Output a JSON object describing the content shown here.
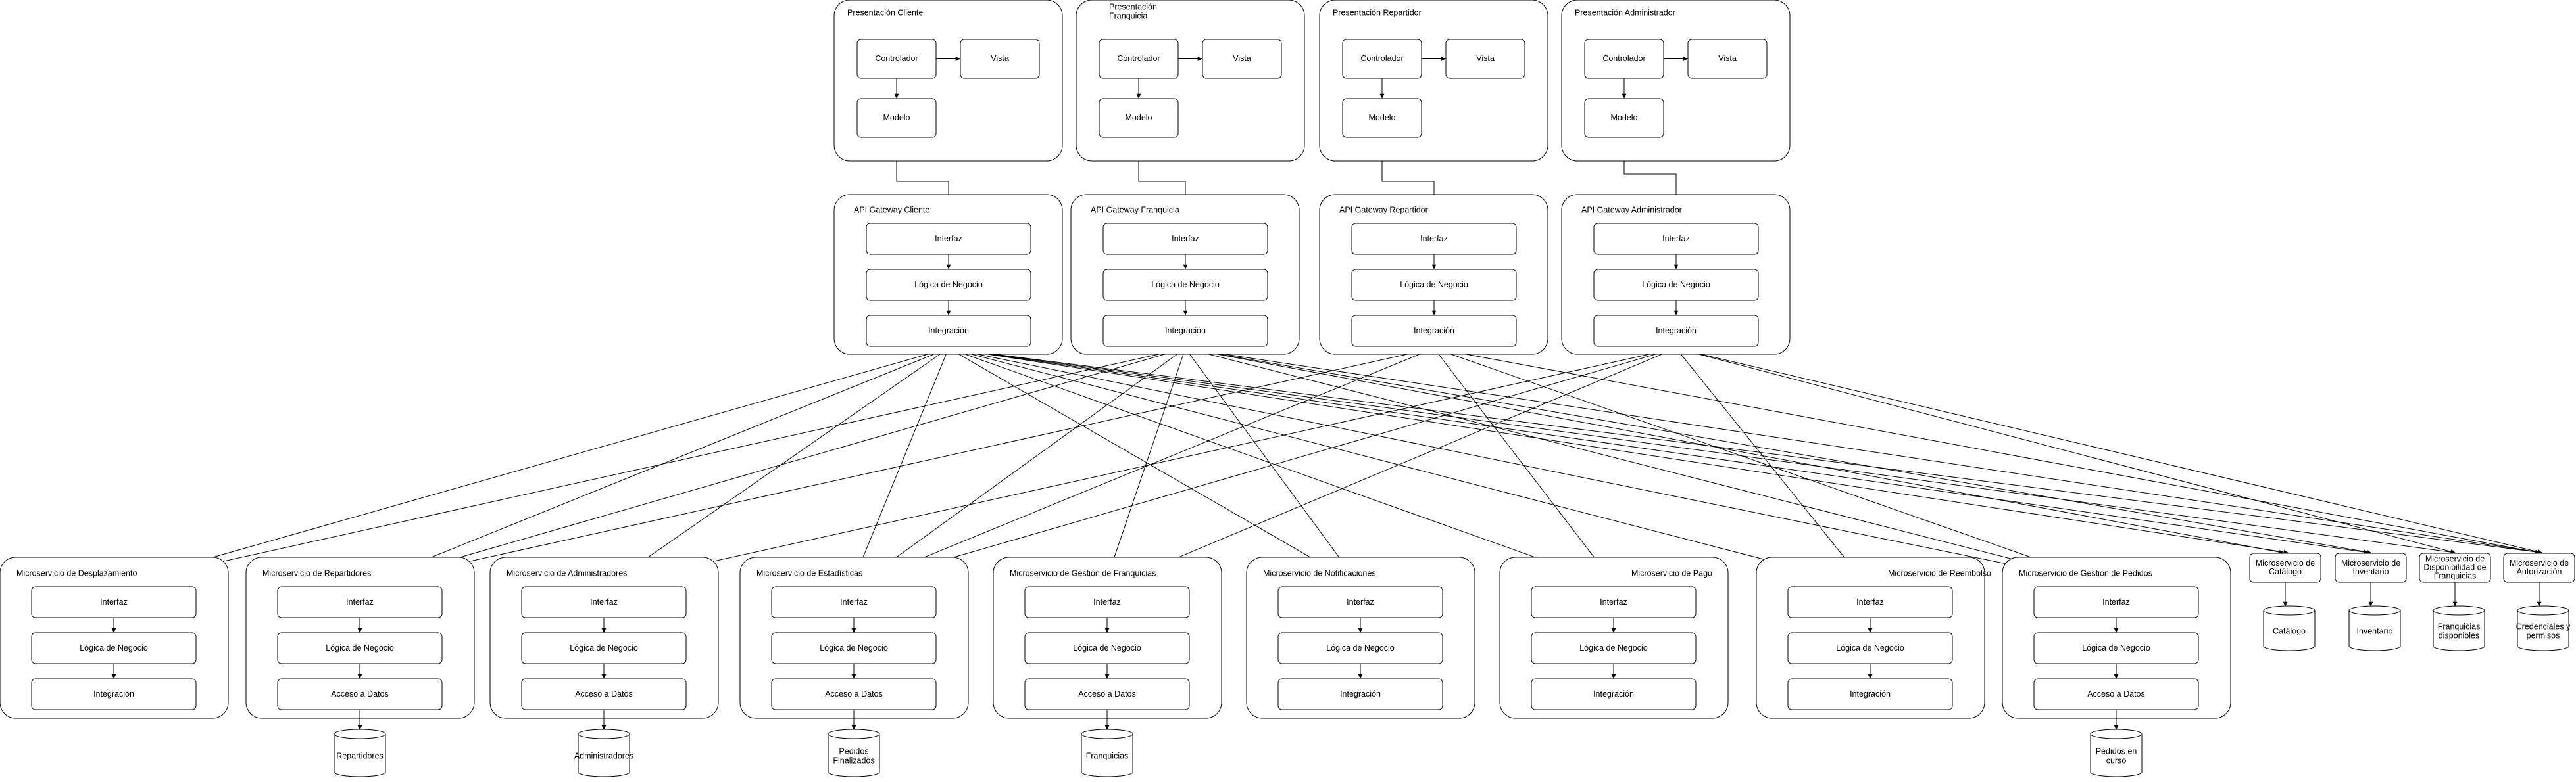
{
  "presentations": [
    {
      "title": "Presentación Cliente",
      "controller": "Controlador",
      "view": "Vista",
      "model": "Modelo"
    },
    {
      "title_lines": [
        "Presentación",
        "Franquicia"
      ],
      "controller": "Controlador",
      "view": "Vista",
      "model": "Modelo"
    },
    {
      "title": "Presentación Repartidor",
      "controller": "Controlador",
      "view": "Vista",
      "model": "Modelo"
    },
    {
      "title": "Presentación Administrador",
      "controller": "Controlador",
      "view": "Vista",
      "model": "Modelo"
    }
  ],
  "gateways": [
    {
      "title": "API Gateway Cliente",
      "layers": [
        "Interfaz",
        "Lógica de Negocio",
        "Integración"
      ]
    },
    {
      "title": "API Gateway Franquicia",
      "layers": [
        "Interfaz",
        "Lógica de Negocio",
        "Integración"
      ]
    },
    {
      "title": "API Gateway Repartidor",
      "layers": [
        "Interfaz",
        "Lógica de Negocio",
        "Integración"
      ]
    },
    {
      "title": "API Gateway Administrador",
      "layers": [
        "Interfaz",
        "Lógica de Negocio",
        "Integración"
      ]
    }
  ],
  "services": [
    {
      "title": "Microservicio de Desplazamiento",
      "layers": [
        "Interfaz",
        "Lógica de Negocio",
        "Integración"
      ],
      "db": null
    },
    {
      "title": "Microservicio de Repartidores",
      "layers": [
        "Interfaz",
        "Lógica de Negocio",
        "Acceso a Datos"
      ],
      "db": [
        "Repartidores"
      ]
    },
    {
      "title": "Microservicio de Administradores",
      "layers": [
        "Interfaz",
        "Lógica de Negocio",
        "Acceso a Datos"
      ],
      "db": [
        "Administradores"
      ]
    },
    {
      "title": "Microservicio de Estadísticas",
      "layers": [
        "Interfaz",
        "Lógica de Negocio",
        "Acceso a Datos"
      ],
      "db": [
        "Pedidos",
        "Finalizados"
      ]
    },
    {
      "title": "Microservicio de Gestión de Franquicias",
      "layers": [
        "Interfaz",
        "Lógica de Negocio",
        "Acceso a Datos"
      ],
      "db": [
        "Franquicias"
      ]
    },
    {
      "title": "Microservicio de Notificaciones",
      "layers": [
        "Interfaz",
        "Lógica de Negocio",
        "Integración"
      ],
      "db": null
    },
    {
      "title": "Microservicio de Pago",
      "layers": [
        "Interfaz",
        "Lógica de Negocio",
        "Integración"
      ],
      "db": null
    },
    {
      "title": "Microservicio de Reembolso",
      "layers": [
        "Interfaz",
        "Lógica de Negocio",
        "Integración"
      ],
      "db": null
    },
    {
      "title": "Microservicio de Gestión de Pedidos",
      "layers": [
        "Interfaz",
        "Lógica de Negocio",
        "Acceso a Datos"
      ],
      "db": [
        "Pedidos en",
        "curso"
      ]
    }
  ],
  "small_services": [
    {
      "label": [
        "Microservicio de",
        "Catálogo"
      ],
      "db": [
        "Catálogo"
      ]
    },
    {
      "label": [
        "Microservicio de",
        "Inventario"
      ],
      "db": [
        "Inventario"
      ]
    },
    {
      "label": [
        "Microservicio de",
        "Disponibilidad de",
        "Franquicias"
      ],
      "db": [
        "Franquicias",
        "disponibles"
      ]
    },
    {
      "label": [
        "Microservicio de",
        "Autorización"
      ],
      "db": [
        "Credenciales y",
        "permisos"
      ]
    }
  ],
  "connections": {
    "Cliente": [
      0,
      1,
      2,
      3,
      5,
      6,
      7,
      8,
      9,
      10,
      11,
      12
    ],
    "Franquicia": [
      0,
      1,
      3,
      4,
      5,
      8,
      9,
      10,
      12
    ],
    "Repartidor": [
      1,
      3,
      6,
      8,
      12
    ],
    "Administrador": [
      2,
      3,
      4,
      7,
      11,
      12
    ]
  }
}
